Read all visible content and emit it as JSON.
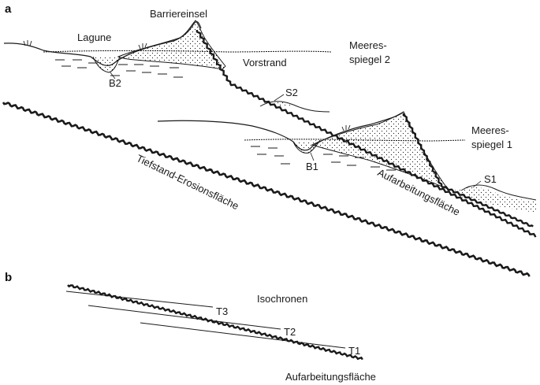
{
  "panels": {
    "a": "a",
    "b": "b"
  },
  "labels_a": {
    "barrier_island": "Barriereinsel",
    "lagoon": "Lagune",
    "sea_level_2_line1": "Meeres-",
    "sea_level_2_line2": "spiegel 2",
    "foreshore": "Vorstrand",
    "b2": "B2",
    "s2": "S2",
    "sea_level_1_line1": "Meeres-",
    "sea_level_1_line2": "spiegel 1",
    "b1": "B1",
    "s1": "S1",
    "lowstand_erosion_surface": "Tiefstand-Erosionsfläche",
    "ravinement_surface": "Aufarbeitungsfläche"
  },
  "labels_b": {
    "isochrones": "Isochronen",
    "t3": "T3",
    "t2": "T2",
    "t1": "T1",
    "ravinement_surface": "Aufarbeitungsfläche"
  },
  "colors": {
    "ink": "#1a1a1a",
    "paper": "#ffffff"
  }
}
